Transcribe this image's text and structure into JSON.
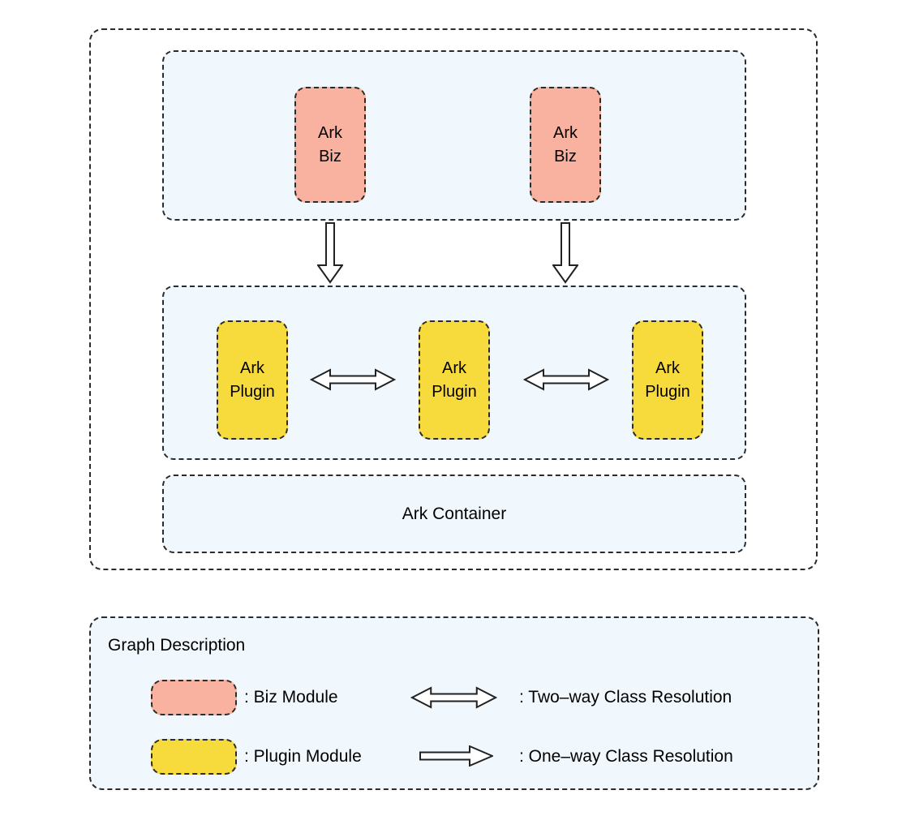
{
  "diagram": {
    "biz_boxes": [
      {
        "label": "Ark\nBiz"
      },
      {
        "label": "Ark\nBiz"
      }
    ],
    "plugin_boxes": [
      {
        "label": "Ark\nPlugin"
      },
      {
        "label": "Ark\nPlugin"
      },
      {
        "label": "Ark\nPlugin"
      }
    ],
    "container_label": "Ark Container"
  },
  "legend": {
    "title": "Graph Description",
    "biz_item_label": ": Biz Module",
    "plugin_item_label": ": Plugin Module",
    "two_way_label": ":  Two–way Class Resolution",
    "one_way_label": ":  One–way Class Resolution"
  },
  "colors": {
    "biz_module": "#FAB2A0",
    "plugin_module": "#F7DB3D",
    "panel_background": "#F1F8FD",
    "dash_border": "#2B2B2B"
  }
}
